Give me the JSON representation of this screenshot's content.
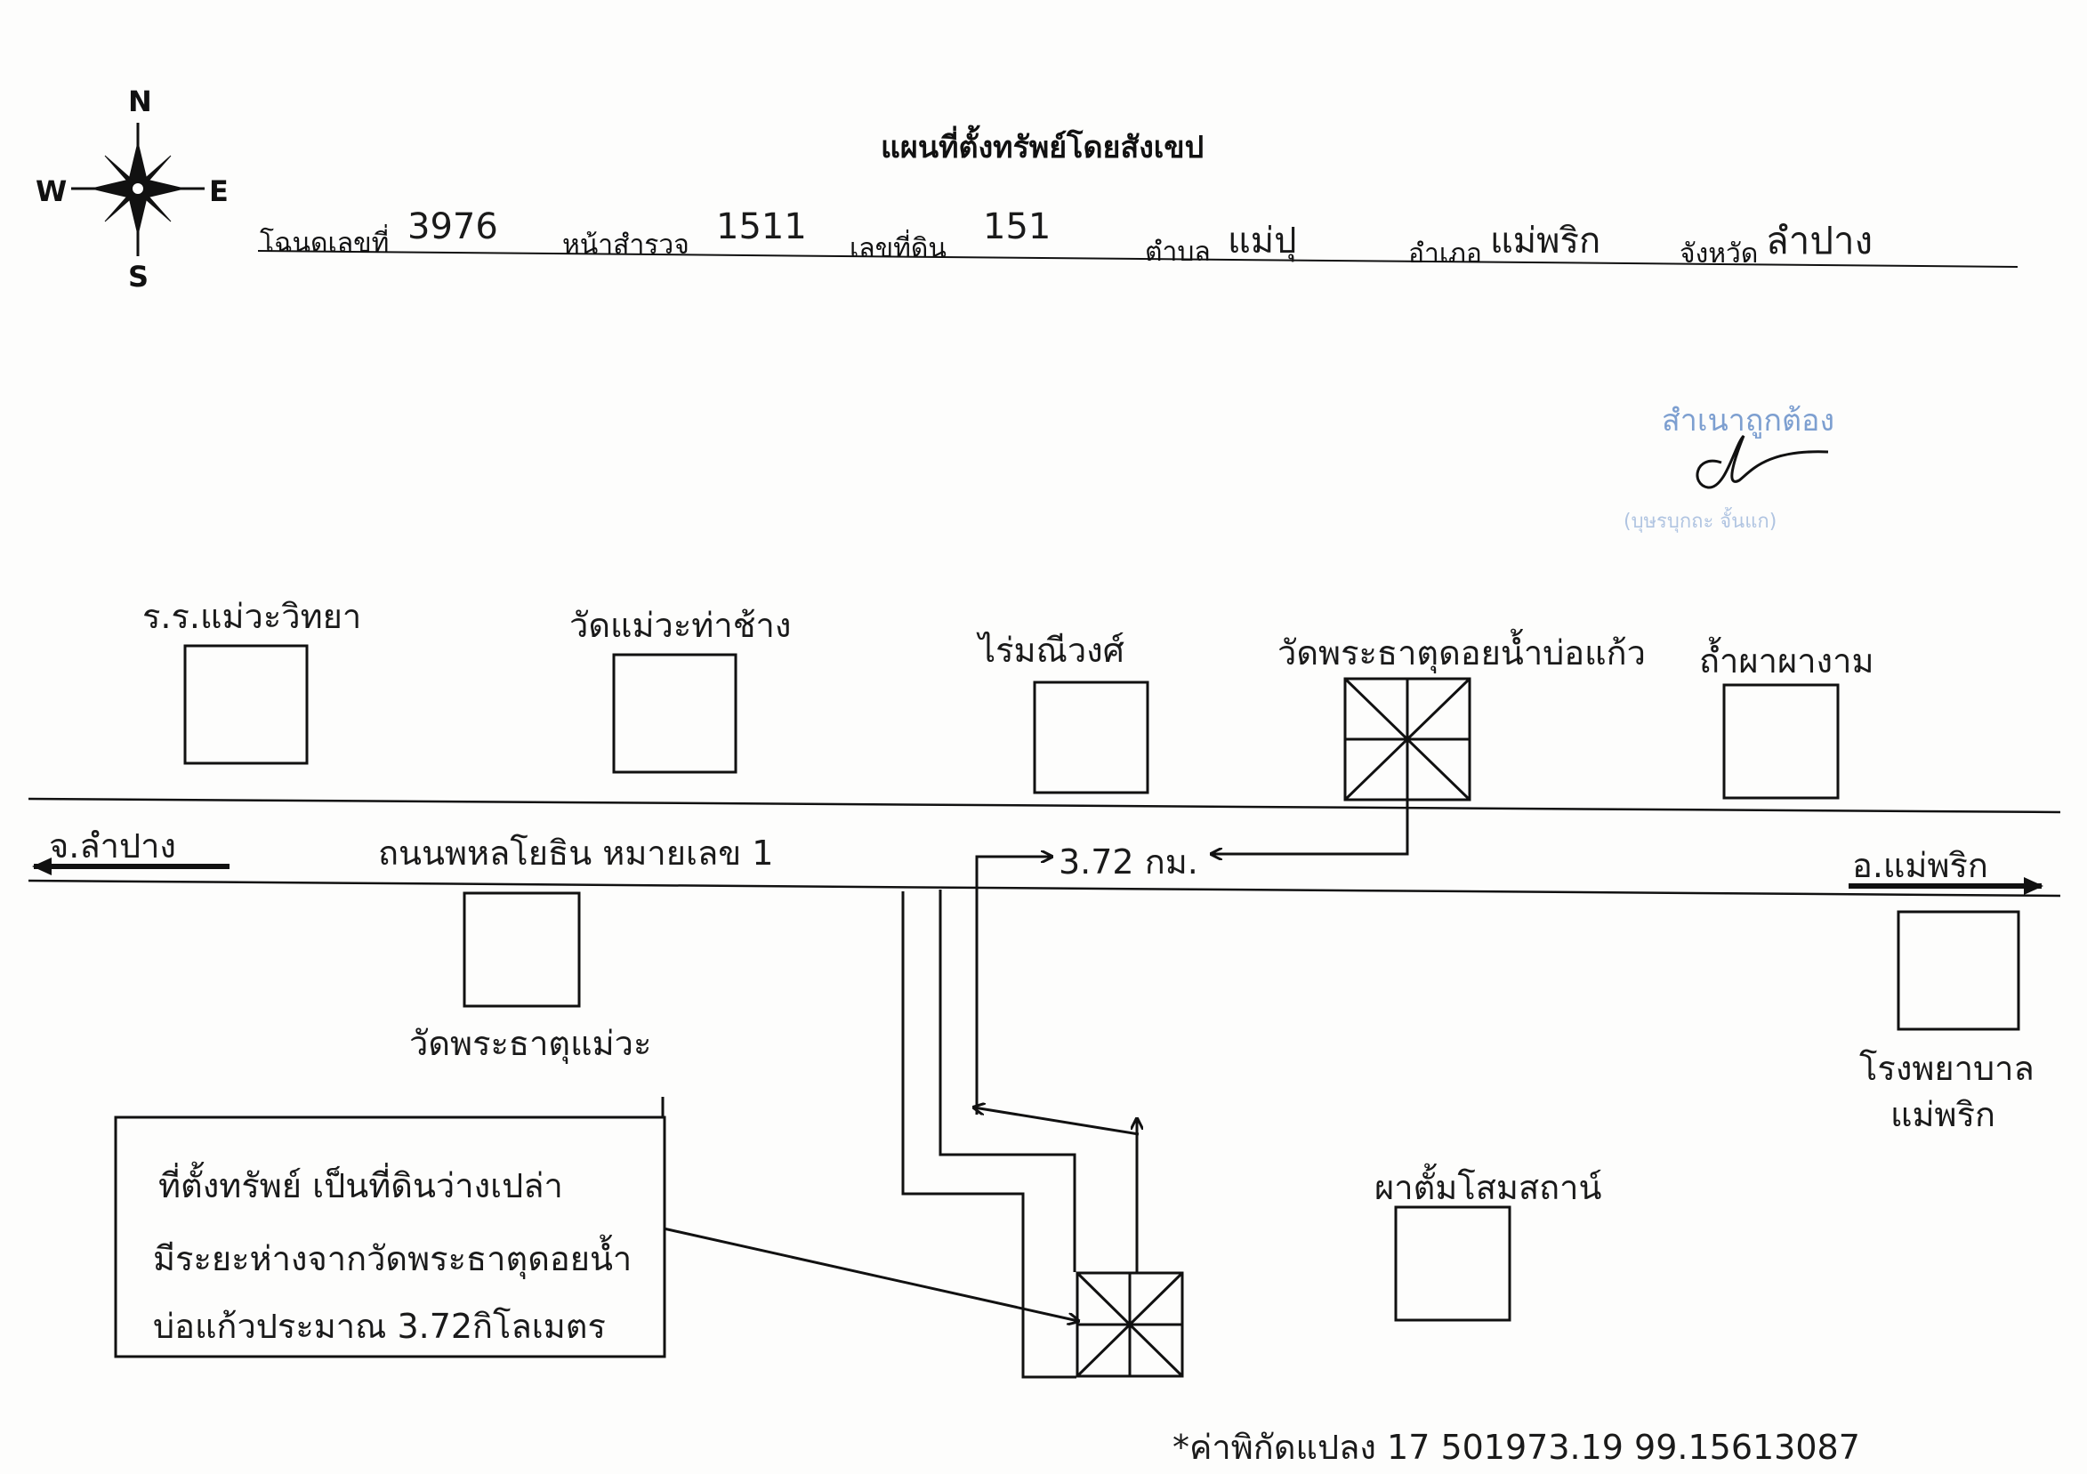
{
  "title": "แผนที่ตั้งทรัพย์โดยสังเขป",
  "compass": {
    "n": "N",
    "s": "S",
    "e": "E",
    "w": "W"
  },
  "header": {
    "deed_label": "โฉนดเลขที่",
    "deed_value": "3976",
    "survey_label": "หน้าสำรวจ",
    "survey_value": "1511",
    "land_label": "เลขที่ดิน",
    "land_value": "151",
    "subdistrict_label": "ตำบล",
    "subdistrict_value": "แม่ปุ",
    "district_label": "อำเภอ",
    "district_value": "แม่พริก",
    "province_label": "จังหวัด",
    "province_value": "ลำปาง"
  },
  "stamp": {
    "text": "สำเนาถูกต้อง",
    "sub": "(บุษรบุกถะ จั้นแก)"
  },
  "landmarks": {
    "school": "ร.ร.แม่วะวิทยา",
    "temple_mae_wa_tha_chang": "วัดแม่วะท่าช้าง",
    "rai_sombat": "ไร่มณีวงศ์",
    "temple_doi_nam_bo_kaew": "วัดพระธาตุดอยน้ำบ่อแก้ว",
    "pha_ngam_cave": "ถ้ำผาผางาม",
    "temple_phra_that_mae_wa": "วัดพระธาตุแม่วะ",
    "hospital_line1": "โรงพยาบาล",
    "hospital_line2": "แม่พริก",
    "pha_tham_museum": "ผาตั้มโสมสถาน์"
  },
  "road": {
    "name": "ถนนพหลโยธิน หมายเลข 1",
    "left_destination": "จ.ลำปาง",
    "right_destination": "อ.แม่พริก",
    "distance": "3.72 กม."
  },
  "note": {
    "line1": "ที่ตั้งทรัพย์ เป็นที่ดินว่างเปล่า",
    "line2": "มีระยะห่างจากวัดพระธาตุดอยน้ำ",
    "line3": "บ่อแก้วประมาณ 3.72กิโลเมตร"
  },
  "coordinates": "*ค่าพิกัดแปลง 17 501973.19 99.15613087"
}
